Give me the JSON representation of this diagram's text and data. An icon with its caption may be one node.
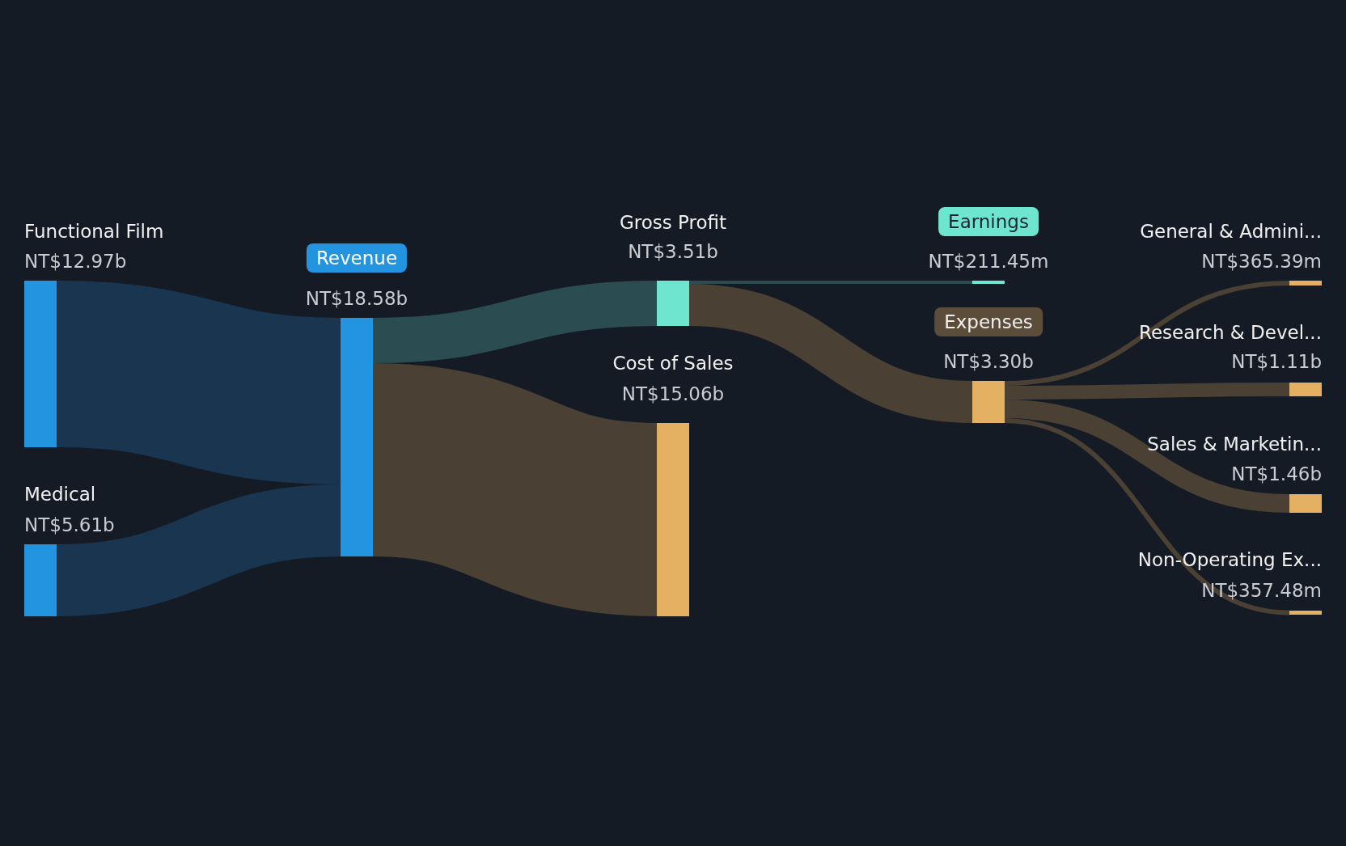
{
  "diagram": {
    "nodes": [
      {
        "text": [
          "Functional Film",
          "NT$12.97b"
        ]
      },
      {
        "text": [
          "Medical",
          "NT$5.61b"
        ]
      },
      {
        "text": [
          "Revenue",
          "NT$18.58b"
        ]
      },
      {
        "text": [
          "Gross Profit",
          "NT$3.51b"
        ]
      },
      {
        "text": [
          "Cost of Sales",
          "NT$15.06b"
        ]
      },
      {
        "text": [
          "Earnings",
          "NT$211.45m"
        ]
      },
      {
        "text": [
          "Expenses",
          "NT$3.30b"
        ]
      },
      {
        "text": [
          "General & Admini...",
          "NT$365.39m"
        ]
      },
      {
        "text": [
          "Research & Devel...",
          "NT$1.11b"
        ]
      },
      {
        "text": [
          "Sales & Marketin...",
          "NT$1.46b"
        ]
      },
      {
        "text": [
          "Non-Operating Ex...",
          "NT$357.48m"
        ]
      }
    ],
    "edges": [
      {
        "from": 0,
        "to": 2,
        "arrow": "none",
        "style": "thick",
        "color": "#1a3550"
      },
      {
        "from": 1,
        "to": 2,
        "arrow": "none",
        "style": "thick",
        "color": "#1a3550"
      },
      {
        "from": 2,
        "to": 3,
        "arrow": "none",
        "style": "thick",
        "color": "#2b4c50"
      },
      {
        "from": 2,
        "to": 4,
        "arrow": "none",
        "style": "thick"
      },
      {
        "from": 3,
        "to": 5,
        "arrow": "none",
        "color": "#2b4c50"
      },
      {
        "from": 3,
        "to": 6,
        "arrow": "none",
        "style": "thick"
      },
      {
        "from": 6,
        "to": 7,
        "arrow": "none"
      },
      {
        "from": 6,
        "to": 8,
        "arrow": "none"
      },
      {
        "from": 6,
        "to": 9,
        "arrow": "none"
      },
      {
        "from": 6,
        "to": 10,
        "arrow": "none"
      }
    ]
  }
}
